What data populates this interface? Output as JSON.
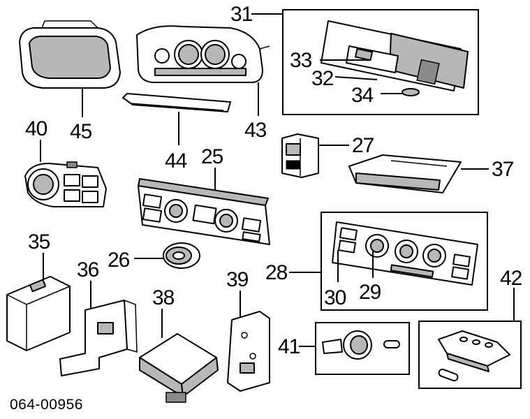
{
  "diagram_code": "064-00956",
  "callouts": {
    "n25": "25",
    "n26": "26",
    "n27": "27",
    "n28": "28",
    "n29": "29",
    "n30": "30",
    "n31": "31",
    "n32": "32",
    "n33": "33",
    "n34": "34",
    "n35": "35",
    "n36": "36",
    "n37": "37",
    "n38": "38",
    "n39": "39",
    "n40": "40",
    "n41": "41",
    "n42": "42",
    "n43": "43",
    "n44": "44",
    "n45": "45"
  },
  "colors": {
    "line": "#000000",
    "shade": "#b8b8b8",
    "background": "#ffffff"
  }
}
